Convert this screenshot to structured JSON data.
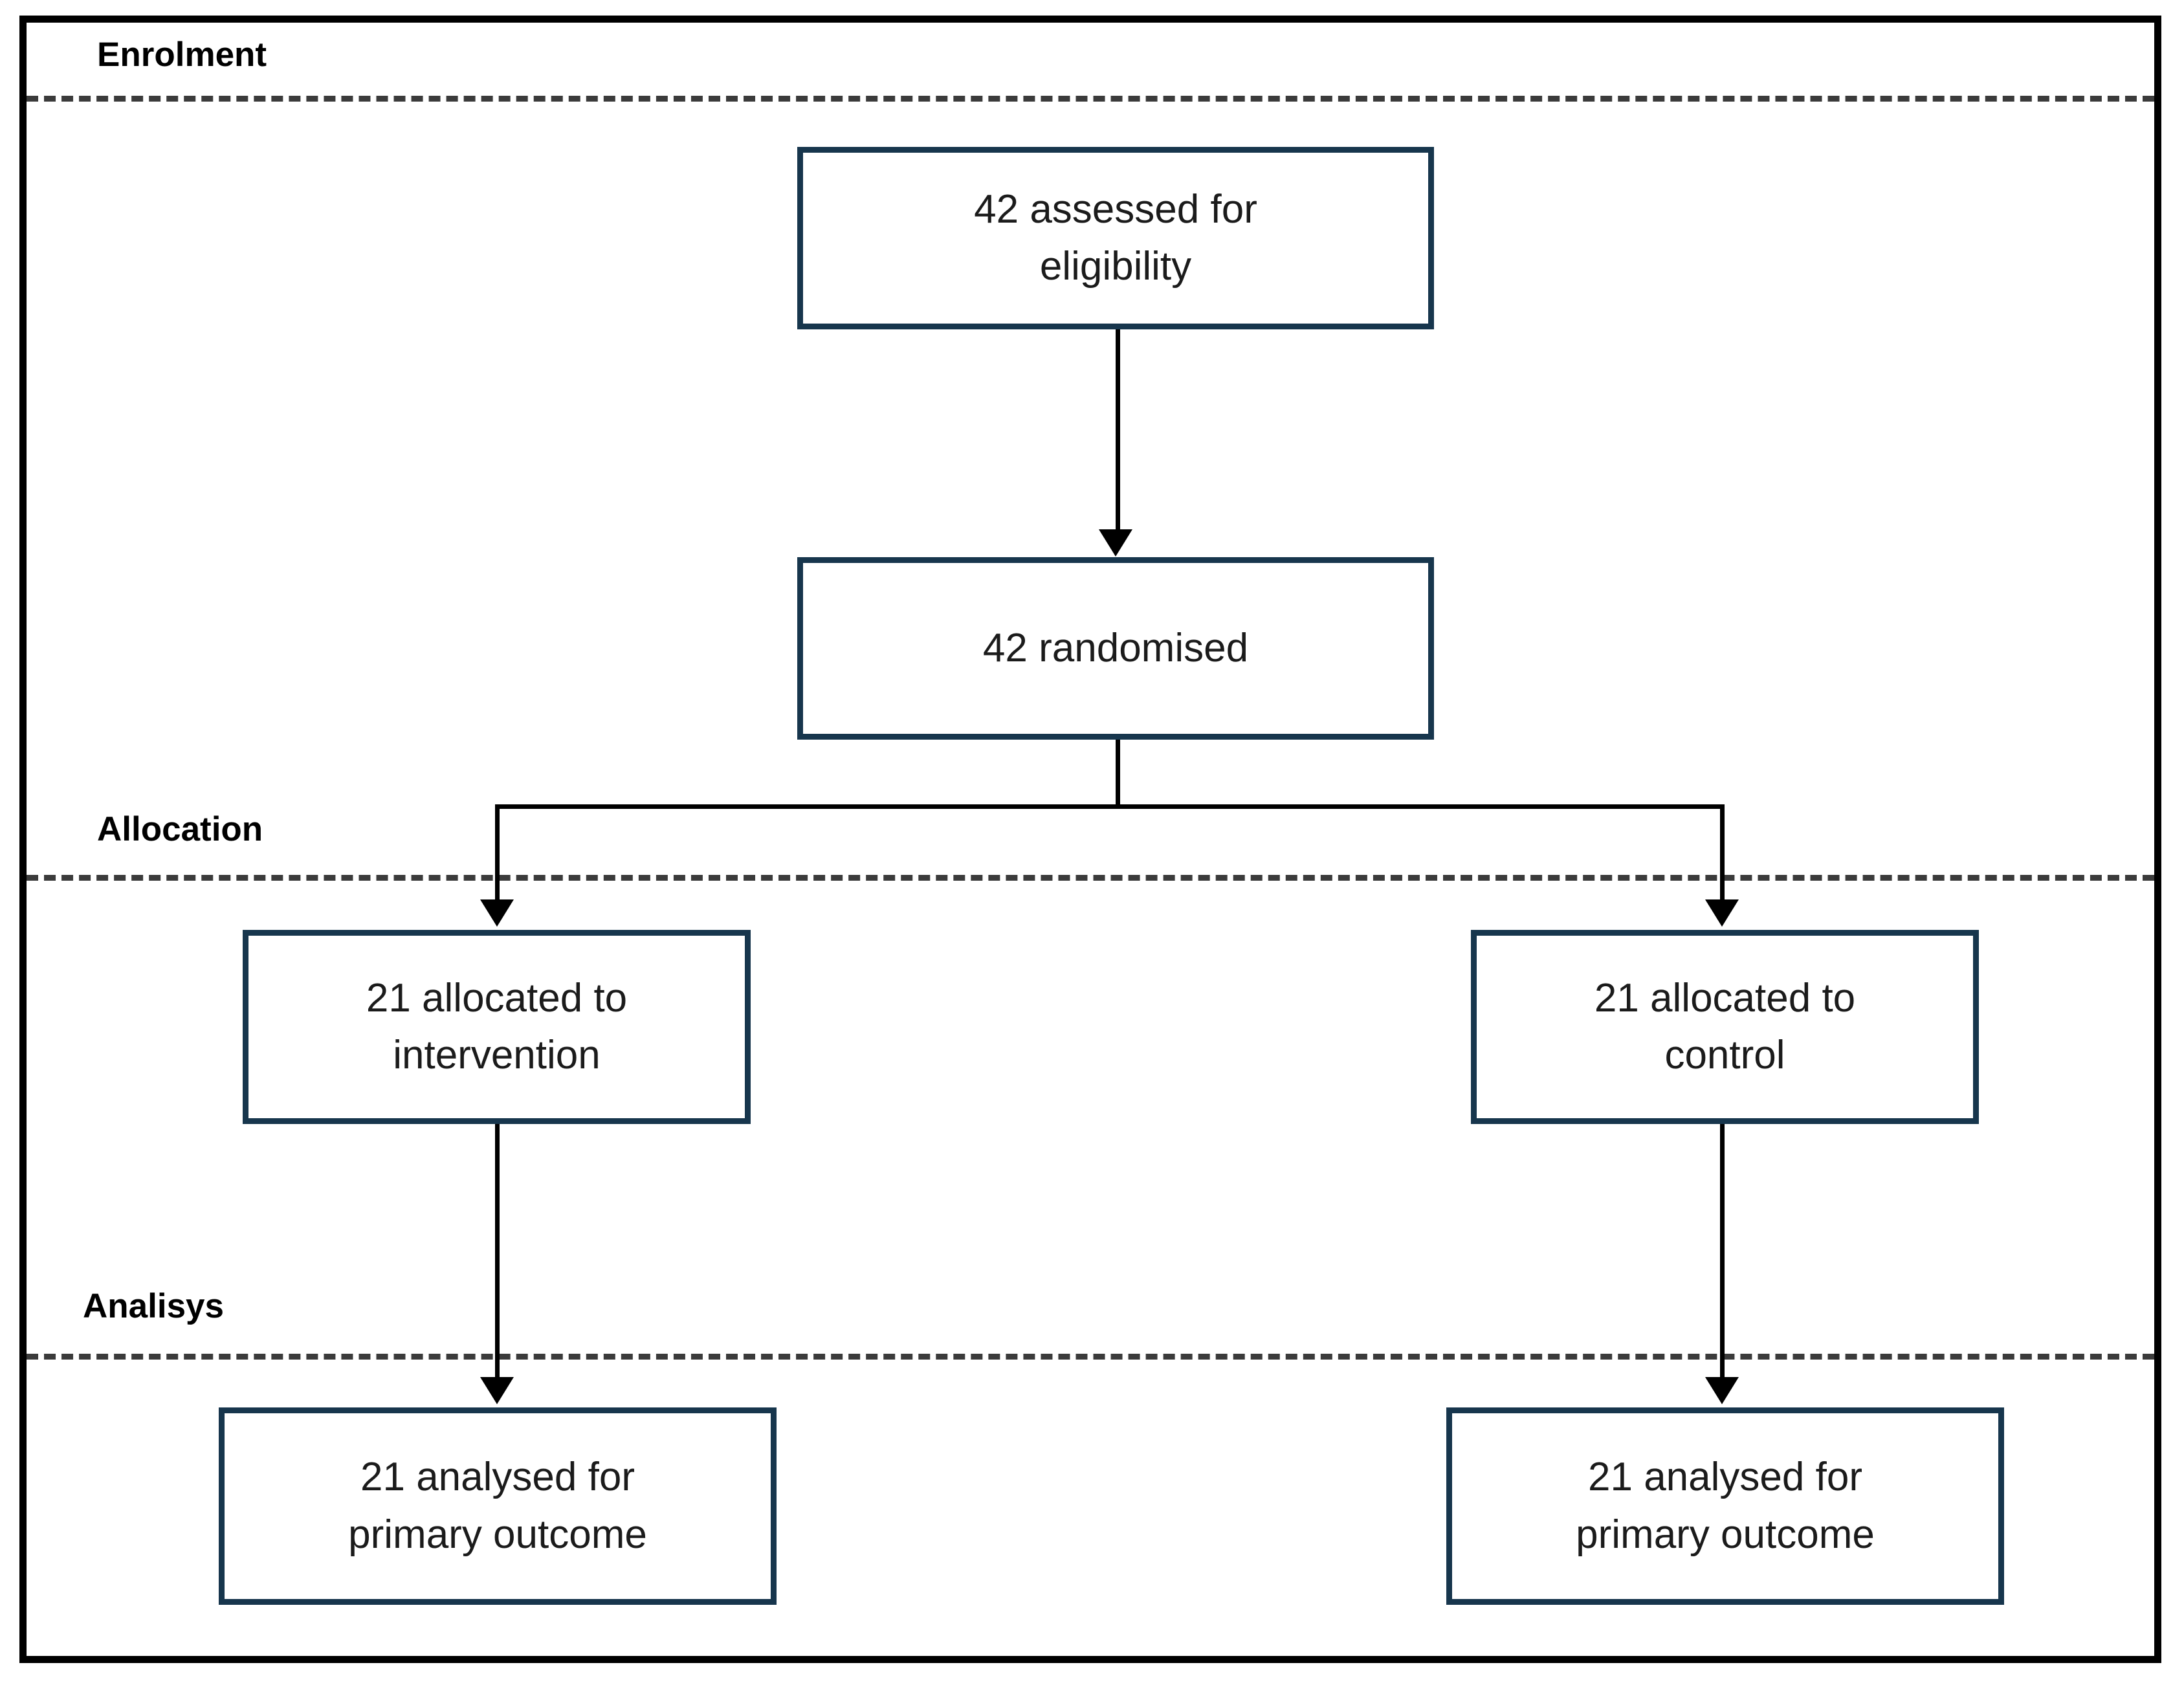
{
  "diagram": {
    "type": "consort-flow-diagram",
    "title": "CONSORT participant flow diagram",
    "frame_color": "#000000",
    "box_border_color": "#17364d",
    "connector_color": "#000000",
    "divider_color": "#3b3b3b",
    "background_color": "#ffffff"
  },
  "phases": [
    {
      "id": "enrolment",
      "label": "Enrolment"
    },
    {
      "id": "allocation",
      "label": "Allocation"
    },
    {
      "id": "analysis",
      "label": "Analisys"
    }
  ],
  "nodes": {
    "assessed": {
      "label": "42 assessed for\neligibility",
      "count": 42,
      "phase": "enrolment"
    },
    "randomised": {
      "label": "42  randomised",
      "count": 42,
      "phase": "enrolment"
    },
    "allocated_intervention": {
      "label": "21 allocated to\nintervention",
      "count": 21,
      "phase": "allocation"
    },
    "allocated_control": {
      "label": "21 allocated to\ncontrol",
      "count": 21,
      "phase": "allocation"
    },
    "analysed_intervention": {
      "label": "21 analysed for\nprimary outcome",
      "count": 21,
      "phase": "analysis"
    },
    "analysed_control": {
      "label": "21 analysed for\nprimary outcome",
      "count": 21,
      "phase": "analysis"
    }
  },
  "edges": [
    {
      "from": "assessed",
      "to": "randomised",
      "style": "straight-arrow-down"
    },
    {
      "from": "randomised",
      "to": "allocated_intervention",
      "style": "split-arrow-down-left"
    },
    {
      "from": "randomised",
      "to": "allocated_control",
      "style": "split-arrow-down-right"
    },
    {
      "from": "allocated_intervention",
      "to": "analysed_intervention",
      "style": "straight-arrow-down"
    },
    {
      "from": "allocated_control",
      "to": "analysed_control",
      "style": "straight-arrow-down"
    }
  ]
}
